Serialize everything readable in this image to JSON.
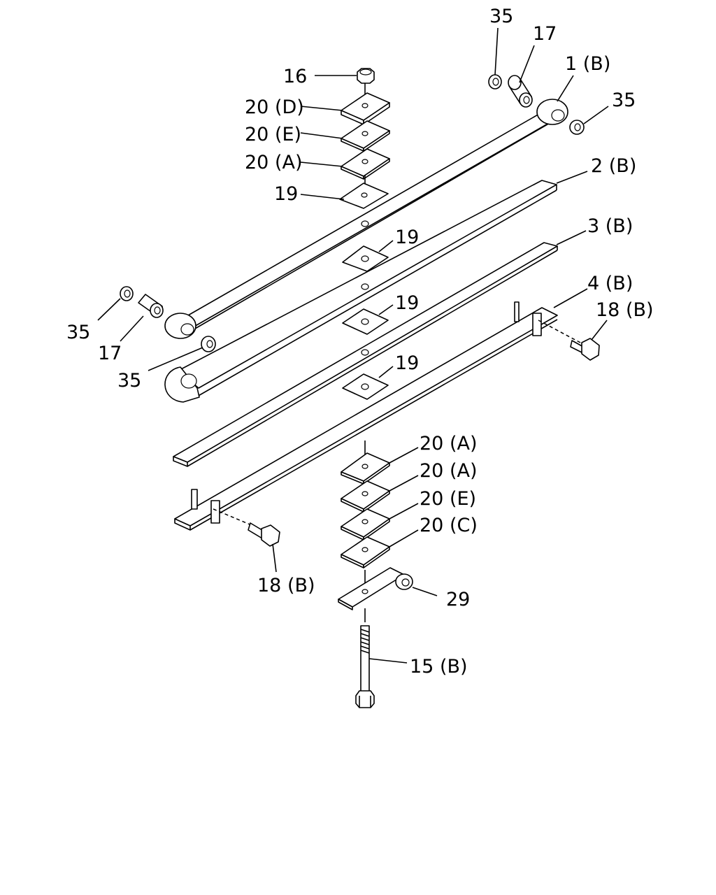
{
  "diagram": {
    "callouts": {
      "c16": "16",
      "c20D": "20 (D)",
      "c20E_top": "20 (E)",
      "c20A_top": "20 (A)",
      "c19_top": "19",
      "c35_tr1": "35",
      "c17_tr": "17",
      "c1B": "1 (B)",
      "c35_tr2": "35",
      "c2B": "2 (B)",
      "c3B": "3 (B)",
      "c19_a": "19",
      "c19_b": "19",
      "c19_c": "19",
      "c4B": "4 (B)",
      "c18B_r": "18 (B)",
      "c35_l1": "35",
      "c17_l": "17",
      "c35_l2": "35",
      "c20A_b1": "20 (A)",
      "c20A_b2": "20 (A)",
      "c20E_b": "20 (E)",
      "c20C": "20 (C)",
      "c29": "29",
      "c18B_l": "18 (B)",
      "c15B": "15 (B)"
    }
  }
}
